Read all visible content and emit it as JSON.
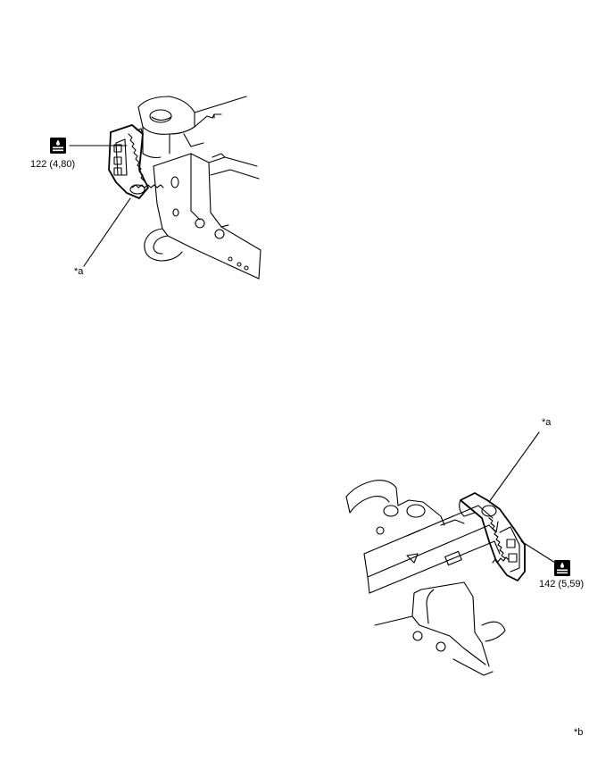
{
  "callouts": {
    "upper_torque": "122 (4,80)",
    "lower_torque": "142 (5,59)",
    "upper_part_ref": "*a",
    "lower_part_ref": "*a",
    "figure_ref": "*b"
  },
  "icons": {
    "torque_icon": "torque-wrench-icon"
  },
  "colors": {
    "line": "#000000",
    "background": "#ffffff"
  }
}
